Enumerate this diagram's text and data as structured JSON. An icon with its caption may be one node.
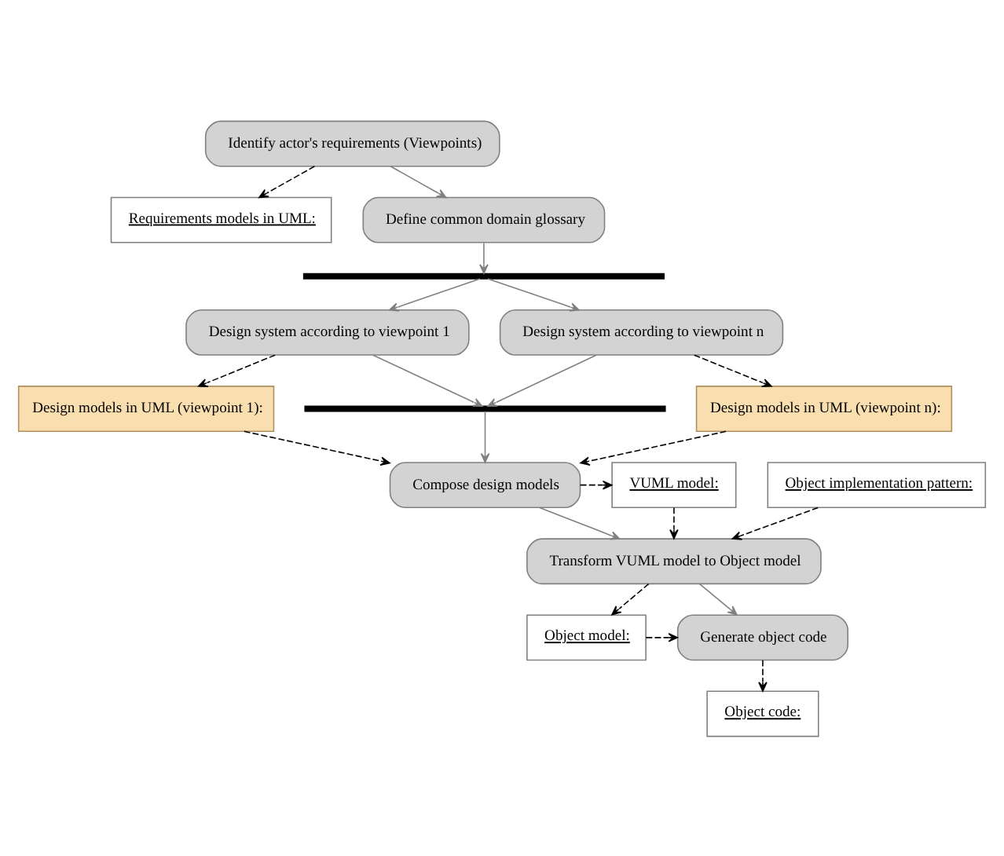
{
  "diagram": {
    "nodes": [
      {
        "text": [
          "Identify actor's requirements (Viewpoints)"
        ]
      },
      {
        "text": [
          "Requirements models in UML:"
        ]
      },
      {
        "text": [
          "Define common domain glossary"
        ]
      },
      {
        "text": [],
        "shape": "bar"
      },
      {
        "text": [
          "Design system according to viewpoint 1"
        ]
      },
      {
        "text": [
          "Design system according to viewpoint n"
        ]
      },
      {
        "text": [],
        "shape": "bar"
      },
      {
        "text": [
          "Design models in UML (viewpoint 1):"
        ]
      },
      {
        "text": [
          "Design models in UML (viewpoint n):"
        ]
      },
      {
        "text": [
          "Compose design models"
        ]
      },
      {
        "text": [
          "VUML model:"
        ]
      },
      {
        "text": [
          "Object implementation pattern:"
        ]
      },
      {
        "text": [
          "Transform VUML model to Object model"
        ]
      },
      {
        "text": [
          "Object model:"
        ]
      },
      {
        "text": [
          "Generate object code"
        ]
      },
      {
        "text": [
          "Object code:"
        ]
      }
    ],
    "edges": [
      {
        "from": 0,
        "to": 1,
        "arrow": "to",
        "style": "dashed"
      },
      {
        "from": 0,
        "to": 2,
        "arrow": "to",
        "color": "#808080"
      },
      {
        "from": 2,
        "to": 3,
        "arrow": "to",
        "color": "#808080"
      },
      {
        "from": 3,
        "to": 4,
        "arrow": "to",
        "color": "#808080"
      },
      {
        "from": 3,
        "to": 5,
        "arrow": "to",
        "color": "#808080"
      },
      {
        "from": 4,
        "to": 6,
        "arrow": "to",
        "color": "#808080"
      },
      {
        "from": 5,
        "to": 6,
        "arrow": "to",
        "color": "#808080"
      },
      {
        "from": 4,
        "to": 7,
        "arrow": "to",
        "style": "dashed"
      },
      {
        "from": 5,
        "to": 8,
        "arrow": "to",
        "style": "dashed"
      },
      {
        "from": 6,
        "to": 9,
        "arrow": "to",
        "color": "#808080"
      },
      {
        "from": 7,
        "to": 9,
        "arrow": "to",
        "style": "dashed"
      },
      {
        "from": 8,
        "to": 9,
        "arrow": "to",
        "style": "dashed"
      },
      {
        "from": 9,
        "to": 10,
        "arrow": "to",
        "style": "dashed"
      },
      {
        "from": 10,
        "to": 12,
        "arrow": "to",
        "style": "dashed"
      },
      {
        "from": 9,
        "to": 12,
        "arrow": "to",
        "color": "#808080"
      },
      {
        "from": 11,
        "to": 12,
        "arrow": "to",
        "style": "dashed"
      },
      {
        "from": 12,
        "to": 13,
        "arrow": "to",
        "style": "dashed"
      },
      {
        "from": 12,
        "to": 14,
        "arrow": "to",
        "color": "#808080"
      },
      {
        "from": 13,
        "to": 14,
        "arrow": "to",
        "style": "dashed"
      },
      {
        "from": 14,
        "to": 15,
        "arrow": "to",
        "style": "dashed"
      }
    ]
  }
}
